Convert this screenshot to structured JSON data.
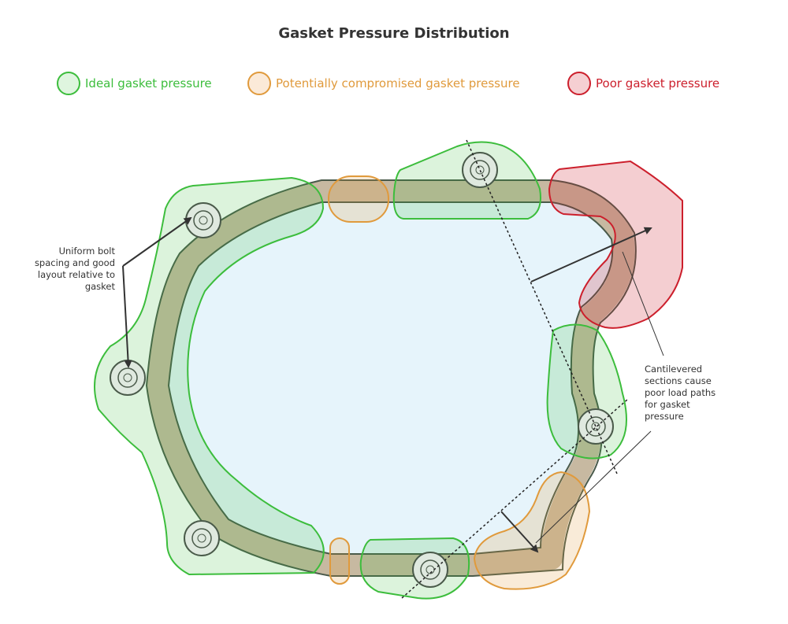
{
  "title": "Gasket Pressure Distribution",
  "legend": [
    {
      "label": "Ideal gasket pressure",
      "stroke": "#3cbd3c",
      "fill": "#dff5df",
      "text": "#3cbd3c"
    },
    {
      "label": "Potentially compromised gasket pressure",
      "stroke": "#e09a3c",
      "fill": "#fbead8",
      "text": "#e09a3c"
    },
    {
      "label": "Poor gasket pressure",
      "stroke": "#cc1f2c",
      "fill": "#f5cfd2",
      "text": "#cc1f2c"
    }
  ],
  "callouts": {
    "left": "Uniform bolt spacing and good layout relative to gasket",
    "right": "Cantilevered sections cause poor load paths for gasket pressure"
  },
  "colors": {
    "gasket": "#c7b9a1",
    "gasket_edge": "#4a5a4a",
    "interior": "#e6f4fb",
    "bolt": "#dfe9df"
  }
}
